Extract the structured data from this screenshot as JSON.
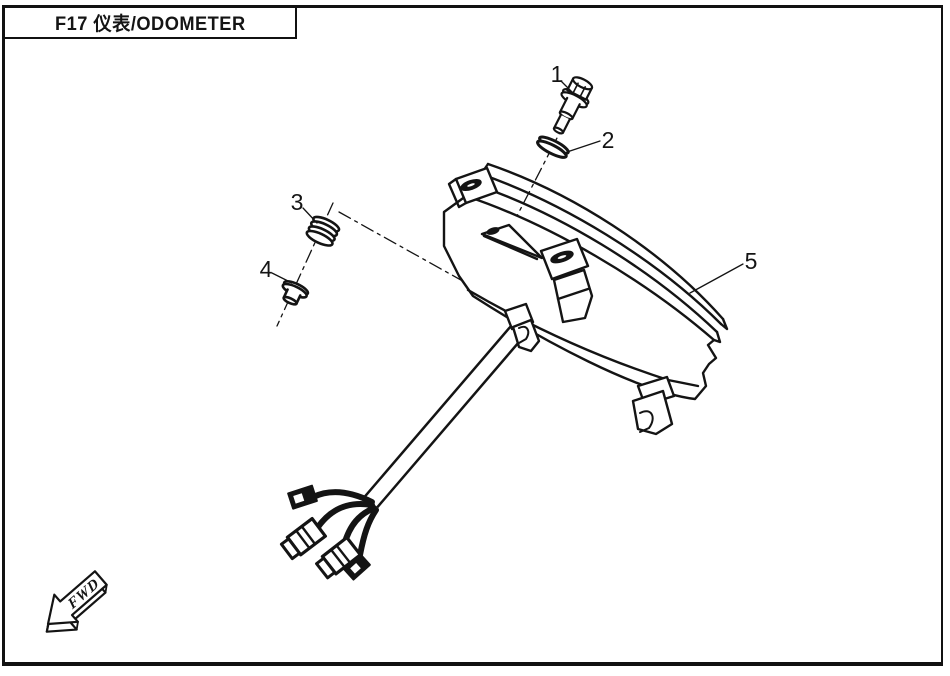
{
  "title_block": {
    "title": "F17 仪表/ODOMETER"
  },
  "callouts": [
    {
      "label": "1"
    },
    {
      "label": "2"
    },
    {
      "label": "3"
    },
    {
      "label": "4"
    },
    {
      "label": "5"
    }
  ],
  "fwd_arrow": {
    "label": "FWD"
  },
  "colors": {
    "line": "#141414",
    "background": "#ffffff"
  }
}
